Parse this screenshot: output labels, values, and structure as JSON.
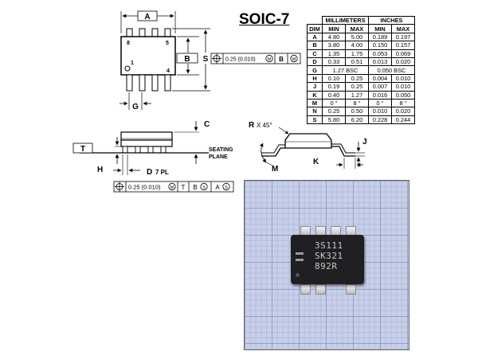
{
  "package_title": "SOIC-7",
  "top_view": {
    "dim_a": "A",
    "dim_b": "B",
    "dim_s": "S",
    "dim_g": "G",
    "pin_8": "8",
    "pin_5": "5",
    "pin_1": "1",
    "pin_4": "4"
  },
  "fcf_b": {
    "value": "0.25 (0.010)",
    "circle_m": "M",
    "datum": "B",
    "circle_m2": "M"
  },
  "side_view": {
    "dim_t": "T",
    "dim_c": "C",
    "dim_h": "H",
    "dim_d": "D",
    "d_suffix": "7 PL",
    "seating_1": "SEATING",
    "seating_2": "PLANE"
  },
  "fcf_d": {
    "value": "0.25 (0.010)",
    "circle_m": "M",
    "datum_t": "T",
    "datum_b": "B",
    "circle_s1": "S",
    "datum_a": "A",
    "circle_s2": "S"
  },
  "detail_view": {
    "dim_r": "R",
    "r_angle": "X 45°",
    "dim_m": "M",
    "dim_j": "J",
    "dim_k": "K"
  },
  "dimension_table": {
    "group_mm": "MILLIMETERS",
    "group_in": "INCHES",
    "col_dim": "DIM",
    "col_min": "MIN",
    "col_max": "MAX",
    "rows": [
      {
        "dim": "A",
        "mm_min": "4.80",
        "mm_max": "5.00",
        "in_min": "0.189",
        "in_max": "0.197"
      },
      {
        "dim": "B",
        "mm_min": "3.80",
        "mm_max": "4.00",
        "in_min": "0.150",
        "in_max": "0.157"
      },
      {
        "dim": "C",
        "mm_min": "1.35",
        "mm_max": "1.75",
        "in_min": "0.053",
        "in_max": "0.069"
      },
      {
        "dim": "D",
        "mm_min": "0.33",
        "mm_max": "0.51",
        "in_min": "0.013",
        "in_max": "0.020"
      },
      {
        "dim": "G",
        "mm_bsc": "1.27 BSC",
        "in_bsc": "0.050 BSC"
      },
      {
        "dim": "H",
        "mm_min": "0.10",
        "mm_max": "0.25",
        "in_min": "0.004",
        "in_max": "0.010"
      },
      {
        "dim": "J",
        "mm_min": "0.19",
        "mm_max": "0.25",
        "in_min": "0.007",
        "in_max": "0.010"
      },
      {
        "dim": "K",
        "mm_min": "0.40",
        "mm_max": "1.27",
        "in_min": "0.016",
        "in_max": "0.050"
      },
      {
        "dim": "M",
        "mm_min": "0 °",
        "mm_max": "8 °",
        "in_min": "0 °",
        "in_max": "8 °"
      },
      {
        "dim": "N",
        "mm_min": "0.25",
        "mm_max": "0.50",
        "in_min": "0.010",
        "in_max": "0.020"
      },
      {
        "dim": "S",
        "mm_min": "5.80",
        "mm_max": "6.20",
        "in_min": "0.228",
        "in_max": "0.244"
      }
    ]
  },
  "chip_marking": [
    "3S111",
    "SK321",
    "892R"
  ]
}
